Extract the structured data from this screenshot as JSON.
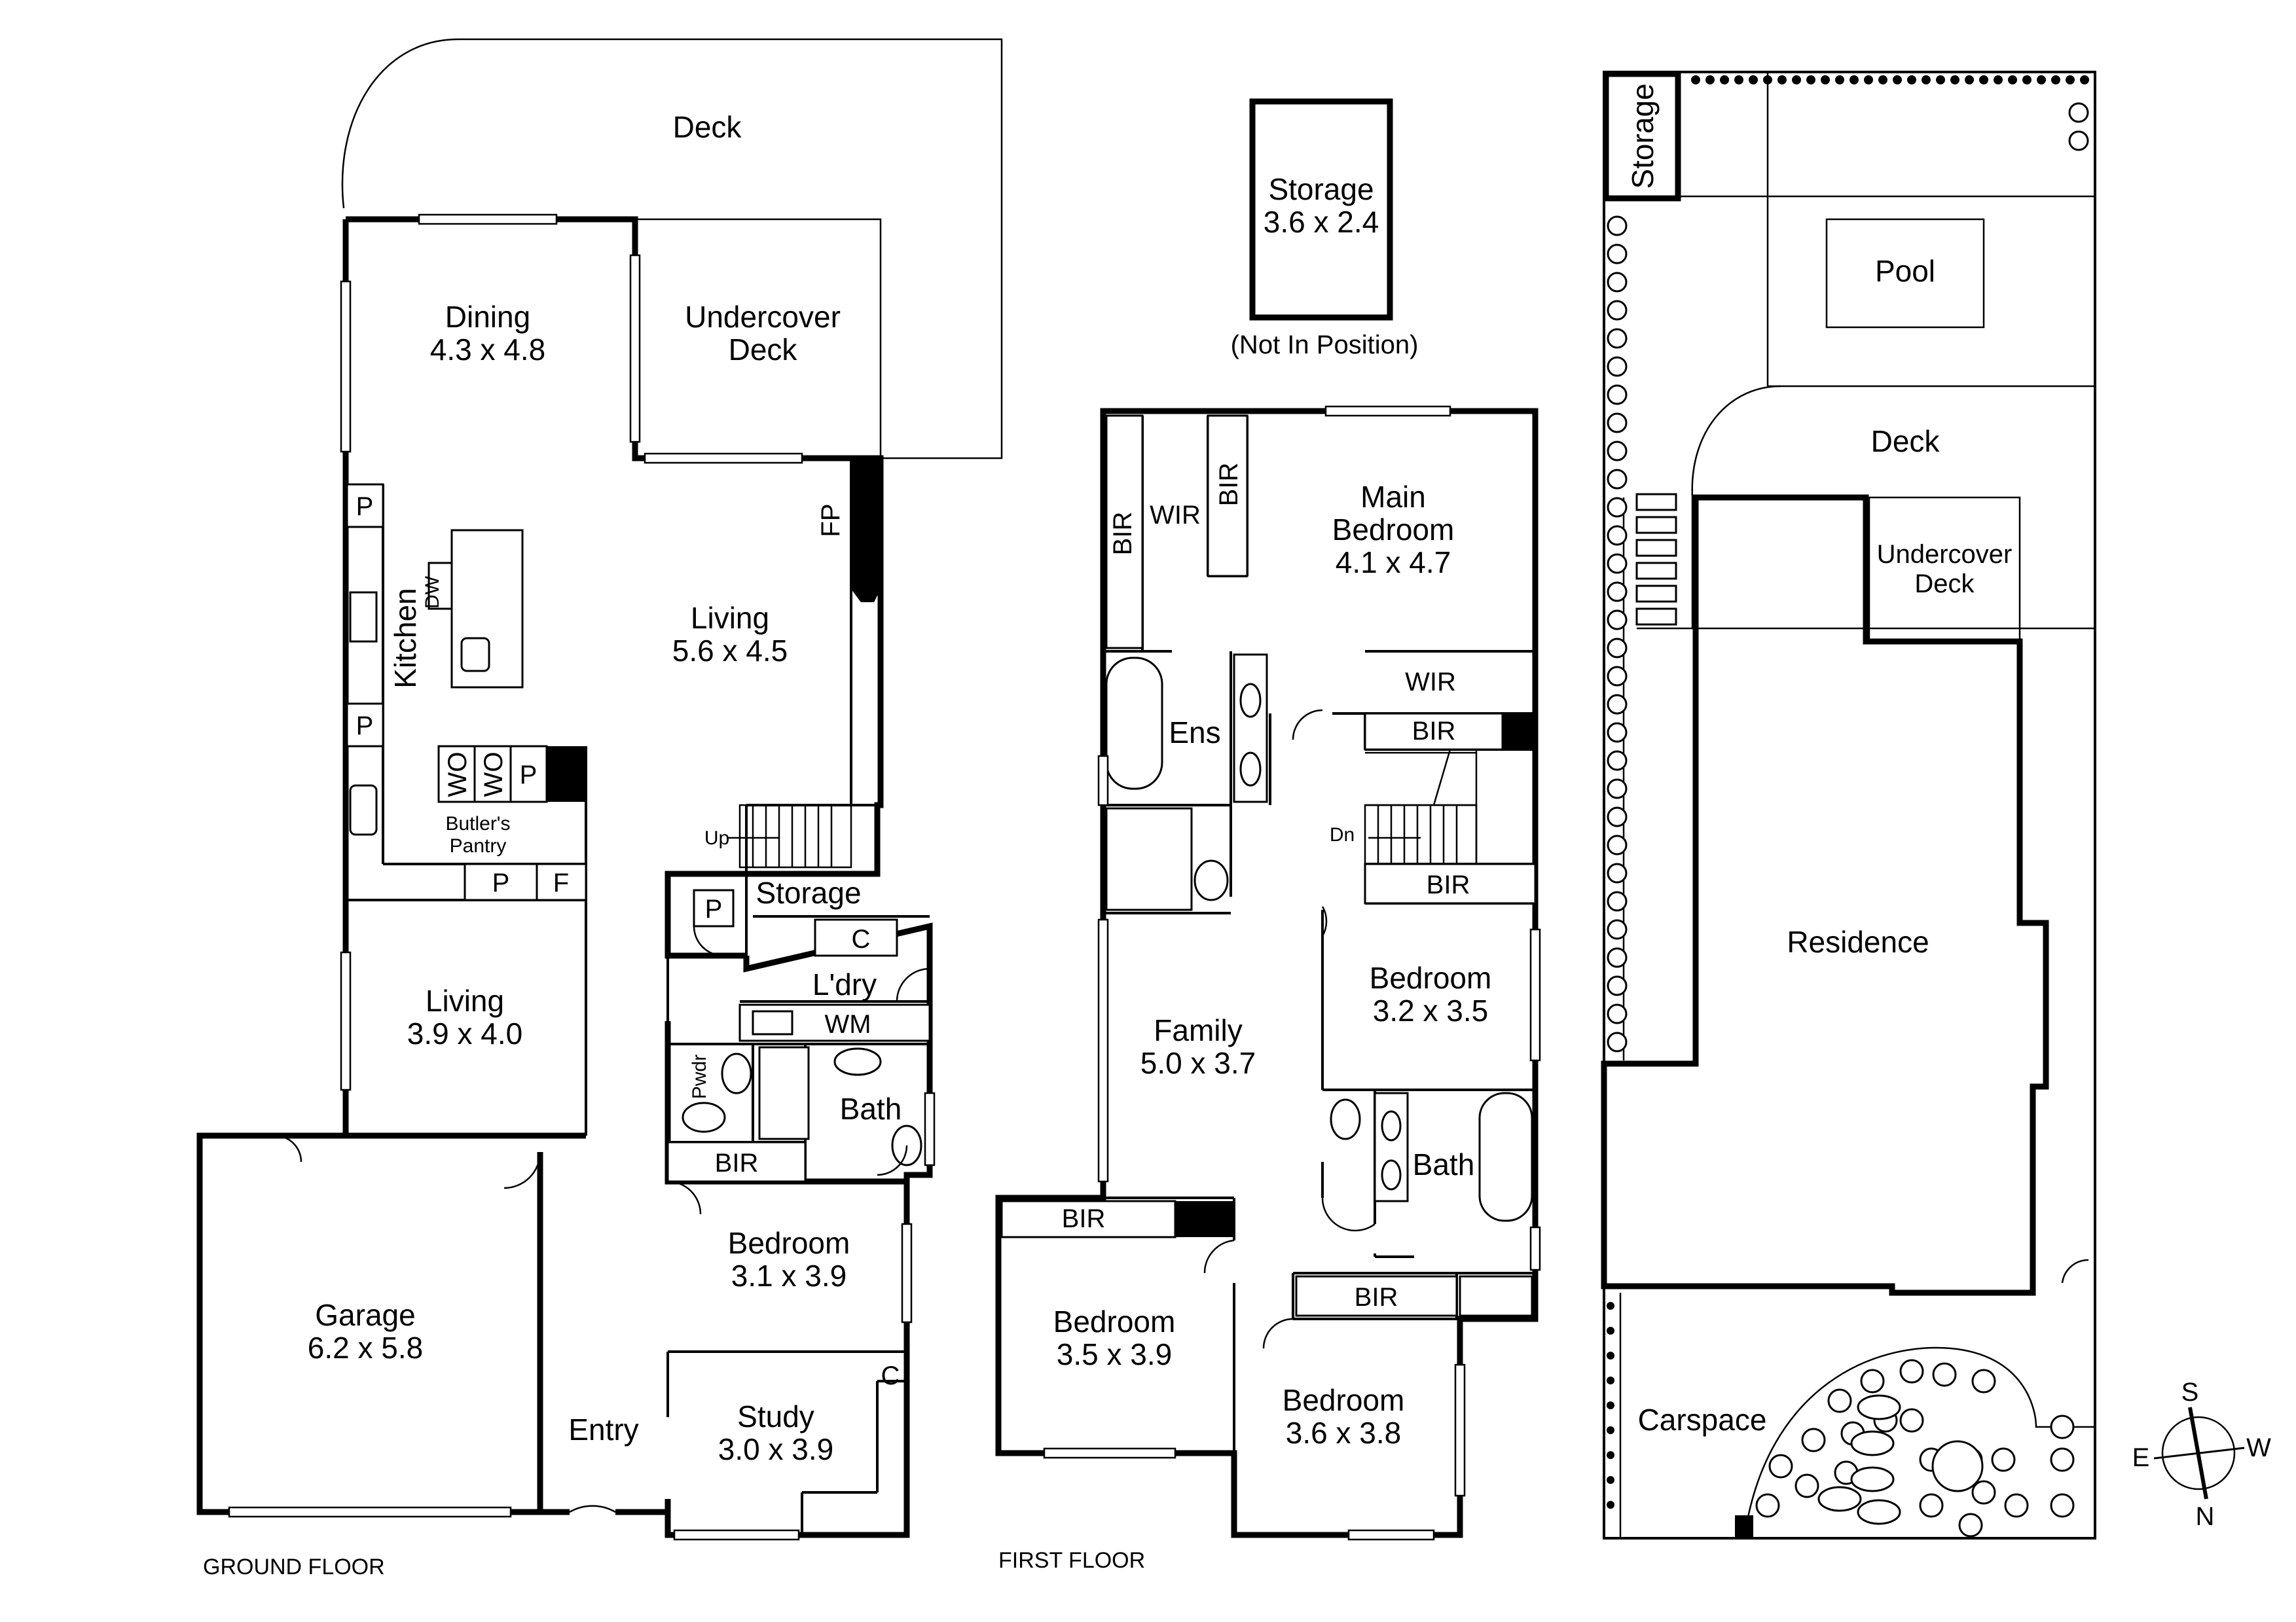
{
  "ground_floor": {
    "caption": "GROUND FLOOR",
    "deck": "Deck",
    "dining": {
      "name": "Dining",
      "size": "4.3 x 4.8"
    },
    "undercover_deck": {
      "line1": "Undercover",
      "line2": "Deck"
    },
    "kitchen": "Kitchen",
    "dw": "DW",
    "fp": "FP",
    "living_main": {
      "name": "Living",
      "size": "5.6 x 4.5"
    },
    "pantry_p": "P",
    "wo": "WO",
    "butlers_pantry": {
      "line1": "Butler's",
      "line2": "Pantry"
    },
    "fridge": "F",
    "up": "Up",
    "storage": "Storage",
    "cupboard": "C",
    "laundry": "L'dry",
    "wm": "WM",
    "powder": "Pwdr",
    "bath": "Bath",
    "bir": "BIR",
    "living_2": {
      "name": "Living",
      "size": "3.9 x 4.0"
    },
    "garage": {
      "name": "Garage",
      "size": "6.2 x 5.8"
    },
    "bedroom": {
      "name": "Bedroom",
      "size": "3.1 x 3.9"
    },
    "entry": "Entry",
    "study": {
      "name": "Study",
      "size": "3.0 x 3.9"
    }
  },
  "storage_shed": {
    "name": "Storage",
    "size": "3.6 x 2.4",
    "note": "(Not In Position)"
  },
  "first_floor": {
    "caption": "FIRST FLOOR",
    "bir": "BIR",
    "wir": "WIR",
    "main_bedroom": {
      "line1": "Main",
      "line2": "Bedroom",
      "size": "4.1 x 4.7"
    },
    "ens": "Ens",
    "dn": "Dn",
    "family": {
      "name": "Family",
      "size": "5.0 x 3.7"
    },
    "bedroom_a": {
      "name": "Bedroom",
      "size": "3.2 x 3.5"
    },
    "bath": "Bath",
    "bedroom_b": {
      "name": "Bedroom",
      "size": "3.5 x 3.9"
    },
    "bedroom_c": {
      "name": "Bedroom",
      "size": "3.6 x 3.8"
    }
  },
  "site_plan": {
    "storage": "Storage",
    "pool": "Pool",
    "deck": "Deck",
    "undercover_deck": {
      "line1": "Undercover",
      "line2": "Deck"
    },
    "residence": "Residence",
    "carspace": "Carspace"
  },
  "compass": {
    "s": "S",
    "w": "W",
    "e": "E",
    "n": "N"
  }
}
